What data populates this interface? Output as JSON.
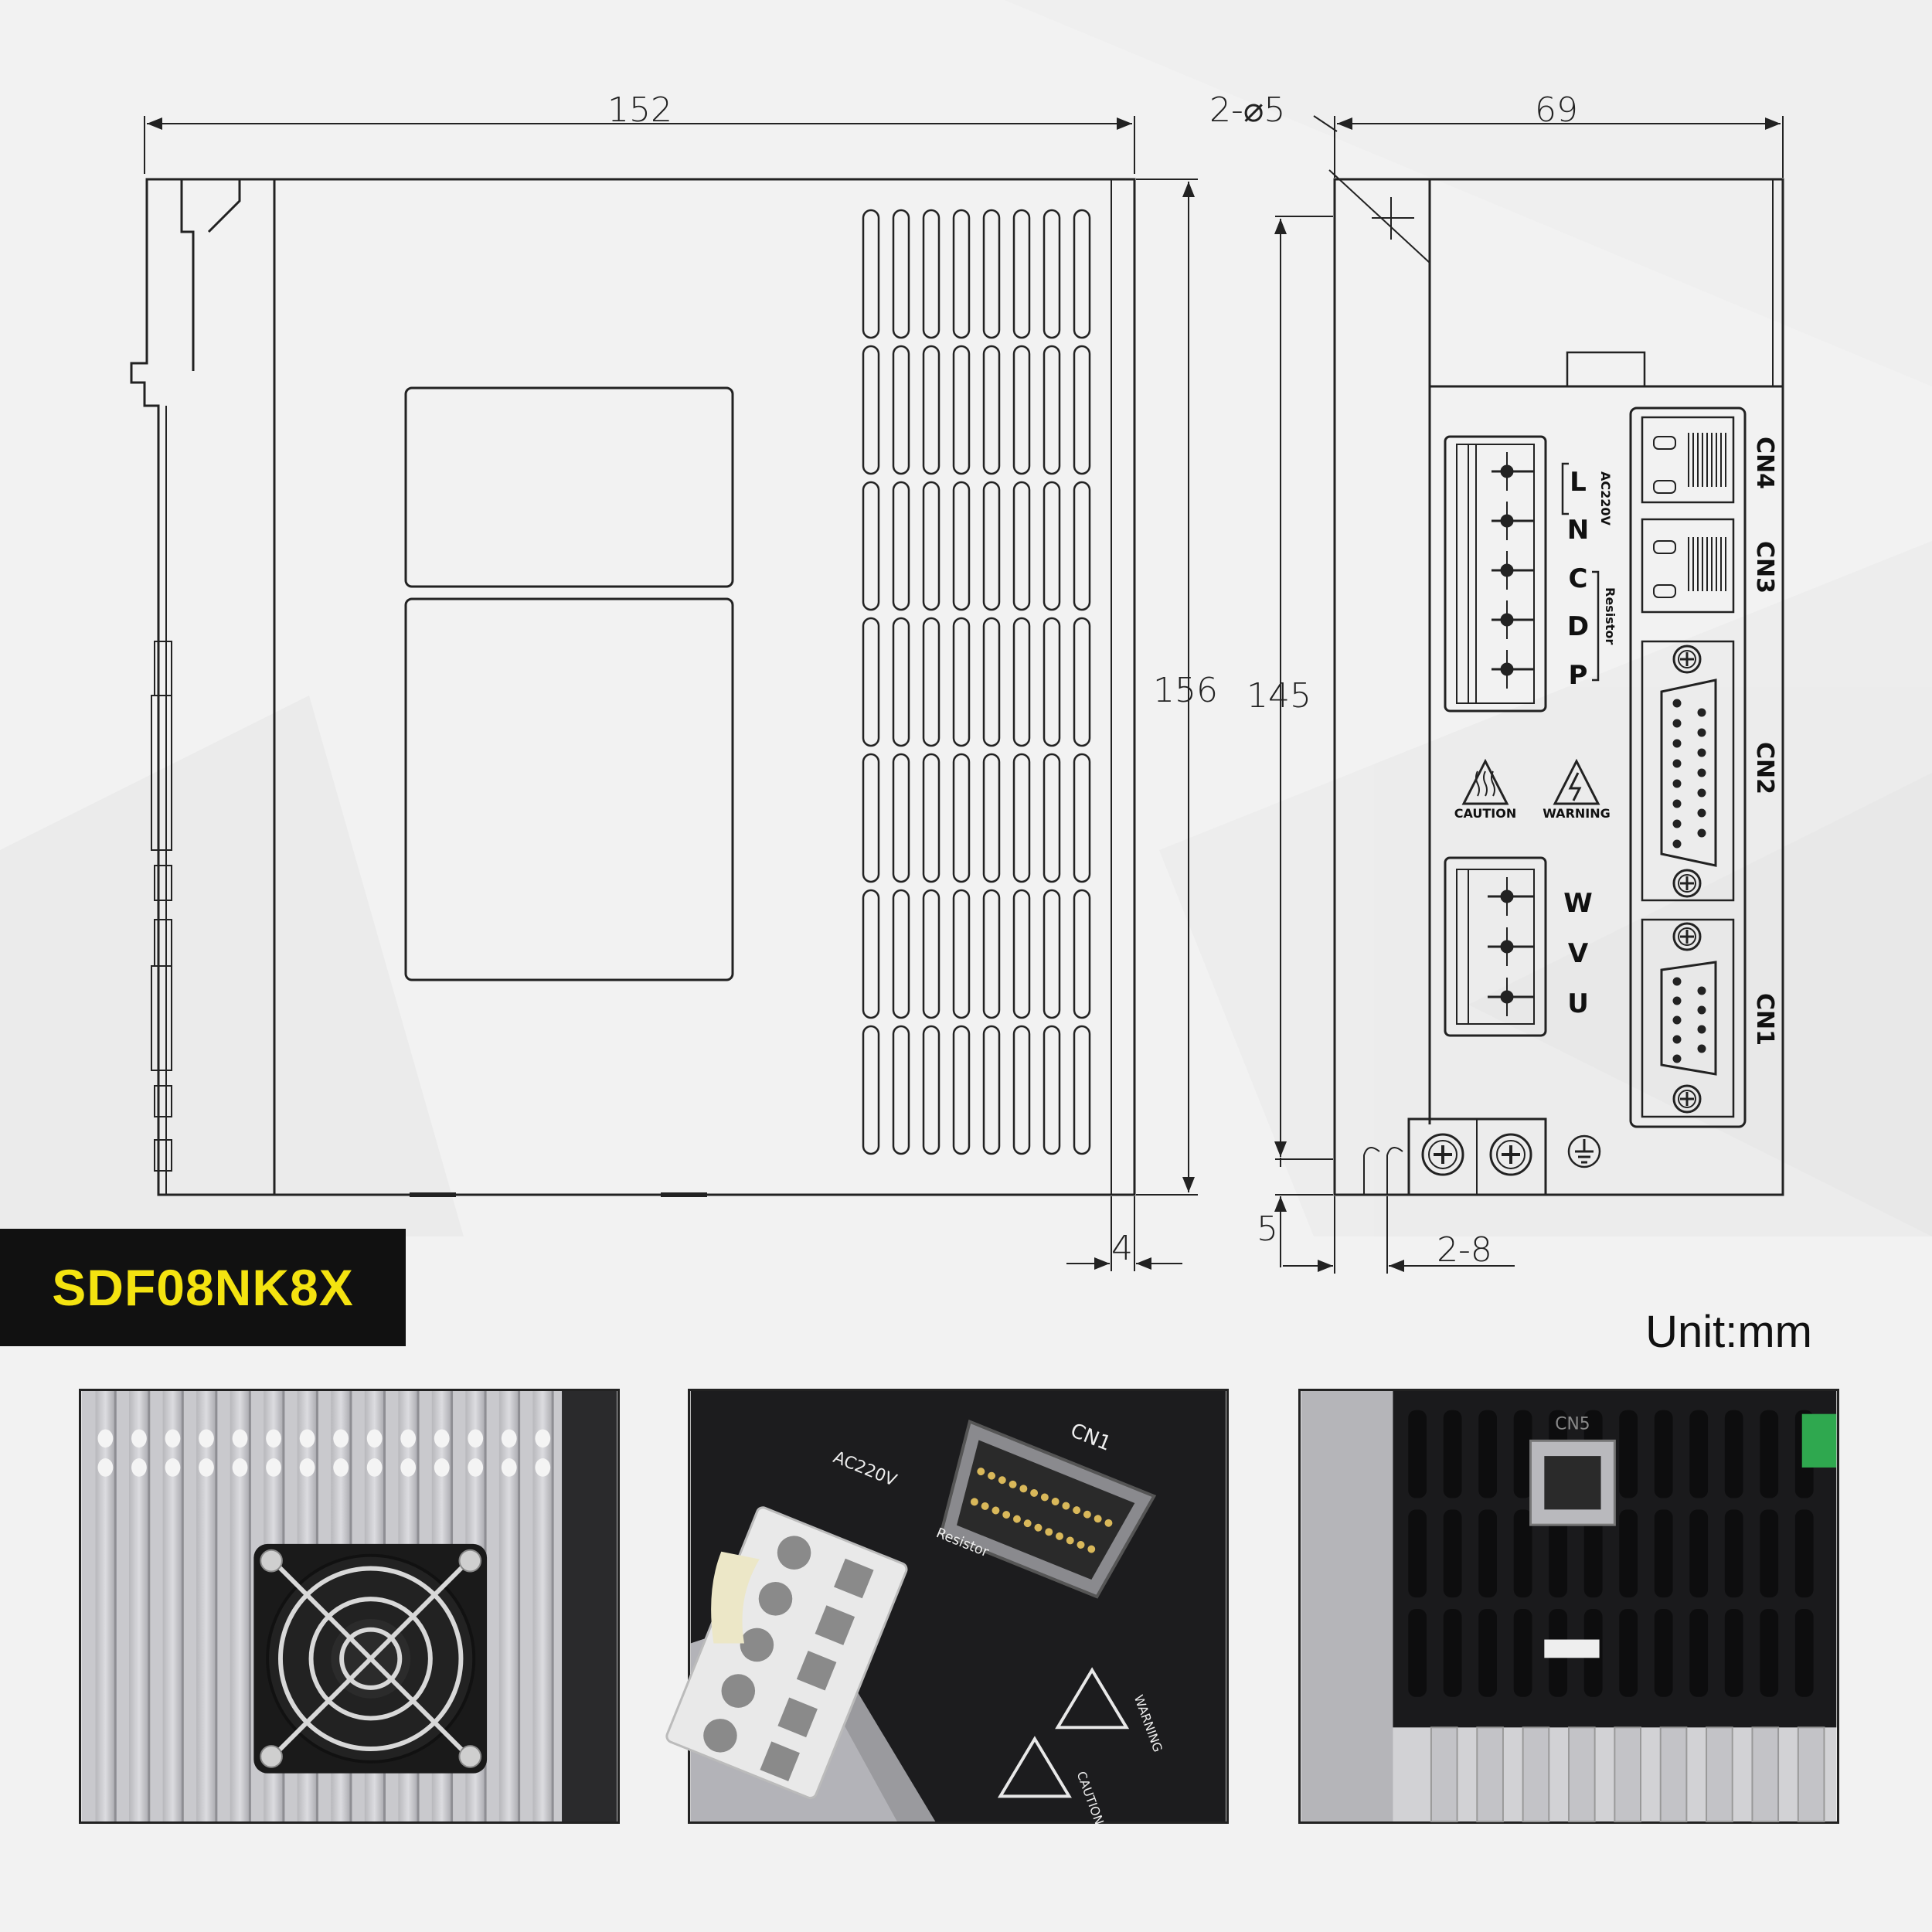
{
  "model": {
    "name": "SDF08NK8X"
  },
  "unit_label": "Unit:mm",
  "dimensions": {
    "width_side": "152",
    "height_side": "156",
    "gap_side": "4",
    "holes": "2-⌀5",
    "width_front": "69",
    "height_front": "145",
    "bottom_offset": "5",
    "slot": "2-8"
  },
  "power_terminal": {
    "labels": [
      "L",
      "N",
      "C",
      "D",
      "P"
    ],
    "group_label_ac": "AC220V",
    "group_label_res": "Resistor"
  },
  "motor_terminal": {
    "labels": [
      "W",
      "V",
      "U"
    ]
  },
  "connectors": {
    "cn4": "CN4",
    "cn3": "CN3",
    "cn2": "CN2",
    "cn1": "CN1"
  },
  "warnings": {
    "caution": "CAUTION",
    "warning": "WARNING"
  },
  "photos": {
    "p2_ac": "AC220V",
    "p2_cn1": "CN1",
    "p2_res": "Resistor",
    "p2_warning": "WARNING",
    "p2_caution": "CAUTION",
    "p3_cn5": "CN5"
  }
}
